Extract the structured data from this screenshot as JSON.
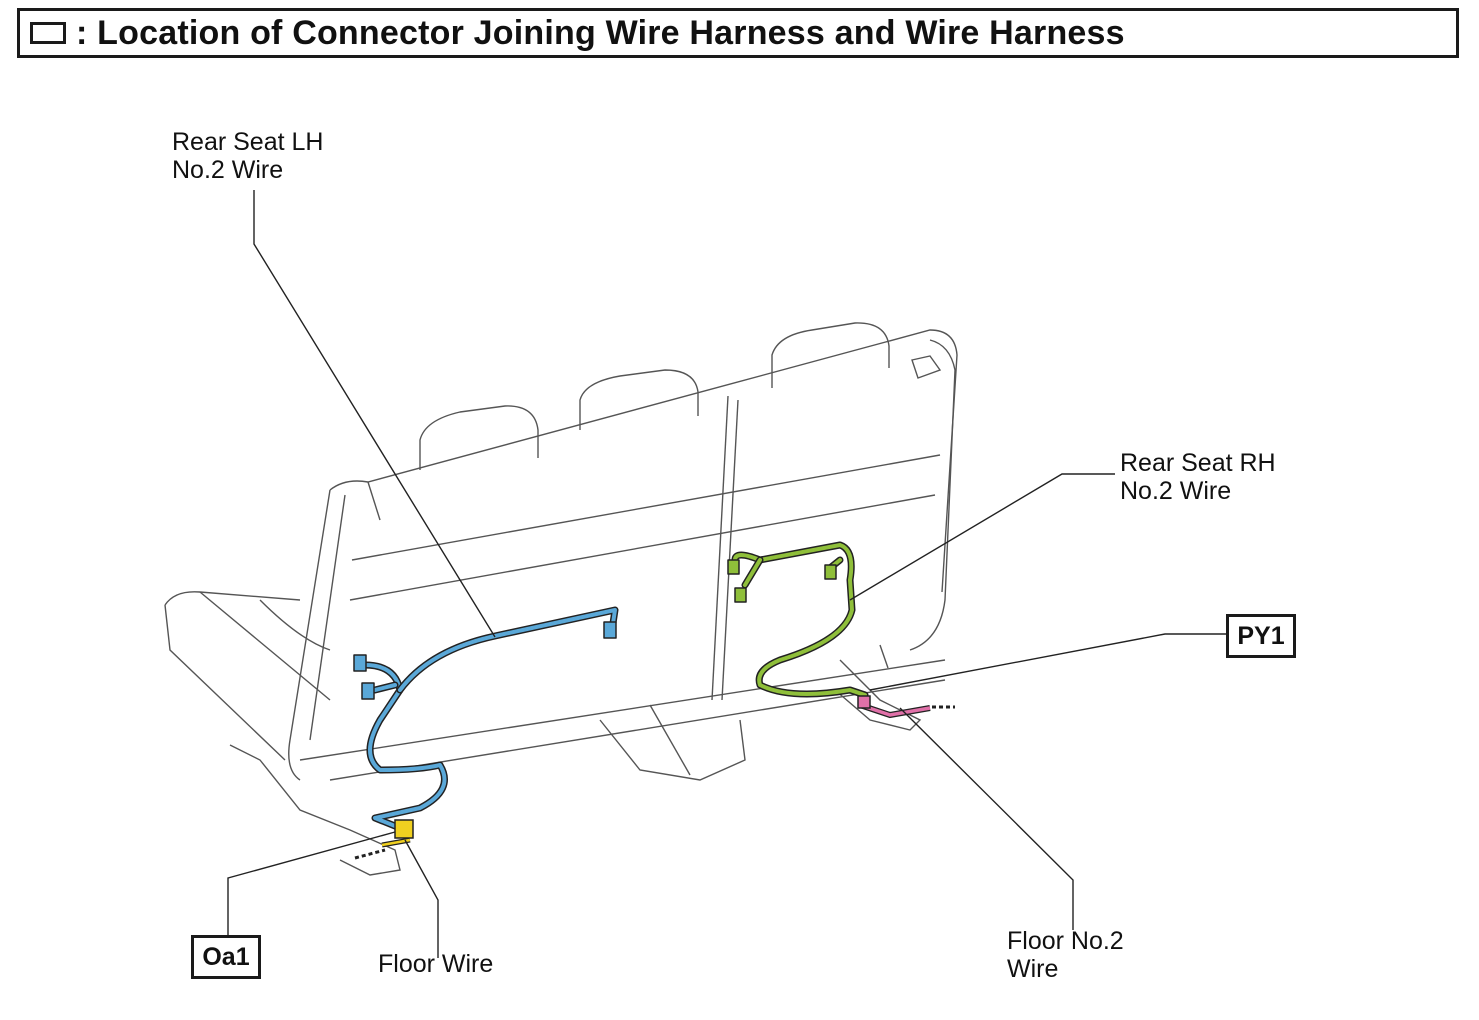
{
  "title": {
    "icon": "connector-box-icon",
    "text": ": Location of Connector Joining Wire Harness and Wire Harness"
  },
  "labels": {
    "rear_seat_lh_line1": "Rear Seat LH",
    "rear_seat_lh_line2": "No.2 Wire",
    "rear_seat_rh_line1": "Rear Seat RH",
    "rear_seat_rh_line2": "No.2 Wire",
    "floor_wire": "Floor Wire",
    "floor_no2_line1": "Floor No.2",
    "floor_no2_line2": "Wire"
  },
  "connectors": {
    "oa1": "Oa1",
    "py1": "PY1"
  },
  "colors": {
    "outline": "#333333",
    "rear_seat_lh_wire": "#5aa8d8",
    "rear_seat_rh_wire": "#8fbf3a",
    "floor_wire": "#f0d020",
    "floor_no2_wire": "#e070a8"
  }
}
